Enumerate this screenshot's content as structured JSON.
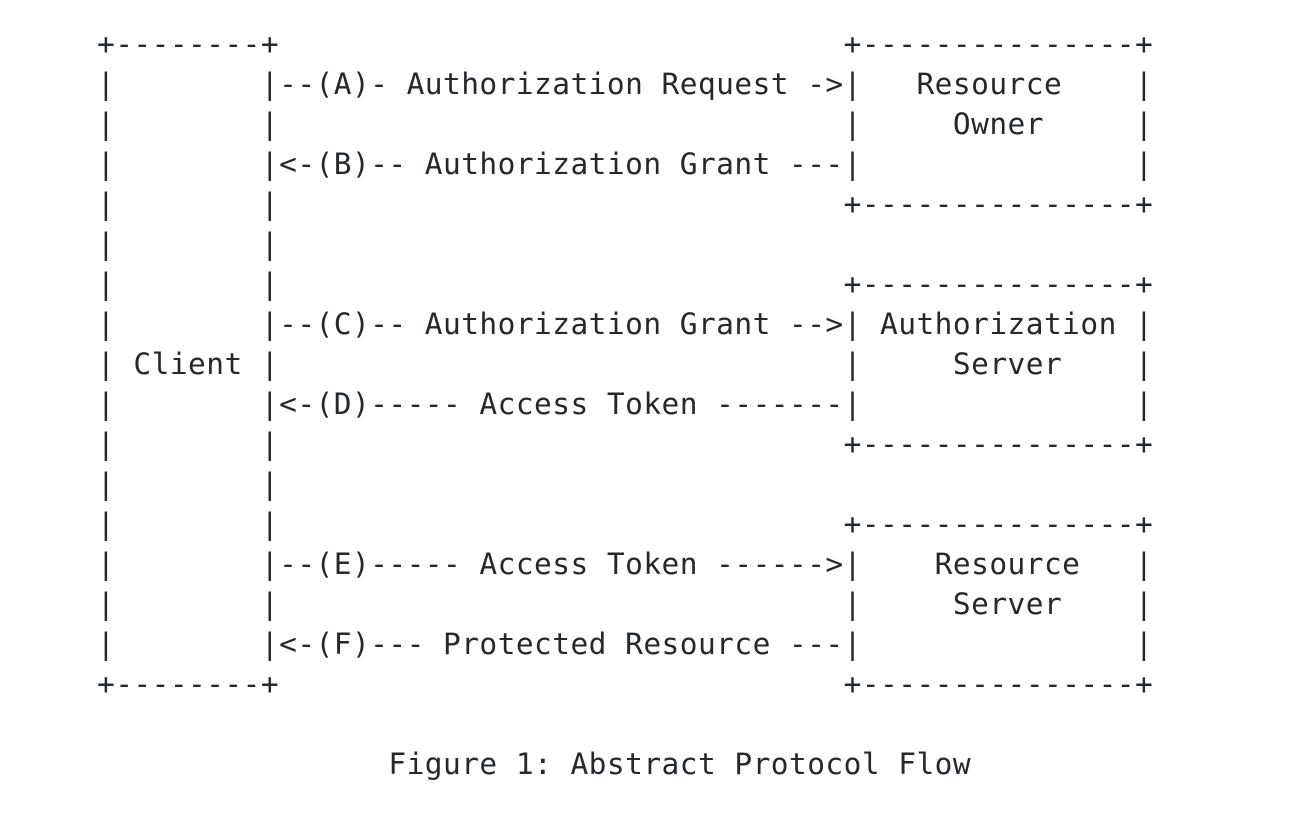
{
  "figure": {
    "caption": "                Figure 1: Abstract Protocol Flow",
    "caption_text": "Figure 1: Abstract Protocol Flow",
    "figure_number": "1",
    "figure_title": "Abstract Protocol Flow",
    "background_color": "#ffffff",
    "text_color": "#24292e",
    "art": "+--------+                               +---------------+\n|        |--(A)- Authorization Request ->|   Resource    |\n|        |                               |     Owner     |\n|        |<-(B)-- Authorization Grant ---|               |\n|        |                               +---------------+\n|        |\n|        |                               +---------------+\n|        |--(C)-- Authorization Grant -->| Authorization |\n| Client |                               |     Server    |\n|        |<-(D)----- Access Token -------|               |\n|        |                               +---------------+\n|        |\n|        |                               +---------------+\n|        |--(E)----- Access Token ------>|    Resource   |\n|        |                               |     Server    |\n|        |<-(F)--- Protected Resource ---|               |\n+--------+                               +---------------+",
    "nodes": [
      {
        "id": "client",
        "label": "Client",
        "label_lines": [
          "Client"
        ]
      },
      {
        "id": "resource-owner",
        "label": "Resource Owner",
        "label_lines": [
          "Resource",
          "Owner"
        ]
      },
      {
        "id": "authorization-server",
        "label": "Authorization Server",
        "label_lines": [
          "Authorization",
          "Server"
        ]
      },
      {
        "id": "resource-server",
        "label": "Resource Server",
        "label_lines": [
          "Resource",
          "Server"
        ]
      }
    ],
    "flows": [
      {
        "step": "A",
        "label": "Authorization Request",
        "from": "client",
        "to": "resource-owner",
        "direction": "right",
        "arrow_text": "--(A)- Authorization Request ->"
      },
      {
        "step": "B",
        "label": "Authorization Grant",
        "from": "resource-owner",
        "to": "client",
        "direction": "left",
        "arrow_text": "<-(B)-- Authorization Grant ---"
      },
      {
        "step": "C",
        "label": "Authorization Grant",
        "from": "client",
        "to": "authorization-server",
        "direction": "right",
        "arrow_text": "--(C)-- Authorization Grant -->"
      },
      {
        "step": "D",
        "label": "Access Token",
        "from": "authorization-server",
        "to": "client",
        "direction": "left",
        "arrow_text": "<-(D)----- Access Token -------"
      },
      {
        "step": "E",
        "label": "Access Token",
        "from": "client",
        "to": "resource-server",
        "direction": "right",
        "arrow_text": "--(E)----- Access Token ------>"
      },
      {
        "step": "F",
        "label": "Protected Resource",
        "from": "resource-server",
        "to": "client",
        "direction": "left",
        "arrow_text": "<-(F)--- Protected Resource ---"
      }
    ]
  }
}
